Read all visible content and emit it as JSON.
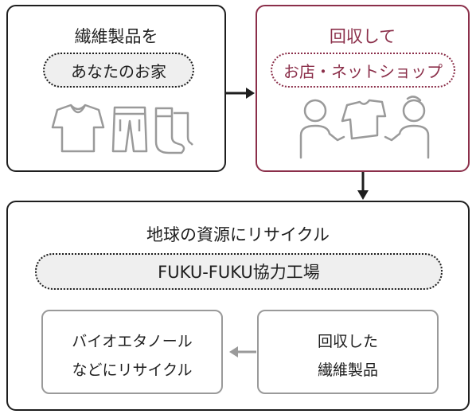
{
  "colors": {
    "dark": "#1e1e1e",
    "accent": "#8b2f4a",
    "grey_line": "#9a9a9a",
    "pill_fill": "#efefef"
  },
  "household": {
    "title": "繊維製品を",
    "pill": "あなたのお家",
    "icons": [
      "t-shirt-icon",
      "pants-icon",
      "socks-icon"
    ]
  },
  "collection": {
    "title": "回収して",
    "pill": "お店・ネットショップ",
    "icons": [
      "handover-people-icon"
    ]
  },
  "recycle": {
    "title": "地球の資源にリサイクル",
    "pill": "FUKU-FUKU協力工場",
    "collected_line1": "回収した",
    "collected_line2": "繊維製品",
    "output_line1": "バイオエタノール",
    "output_line2": "などにリサイクル"
  }
}
